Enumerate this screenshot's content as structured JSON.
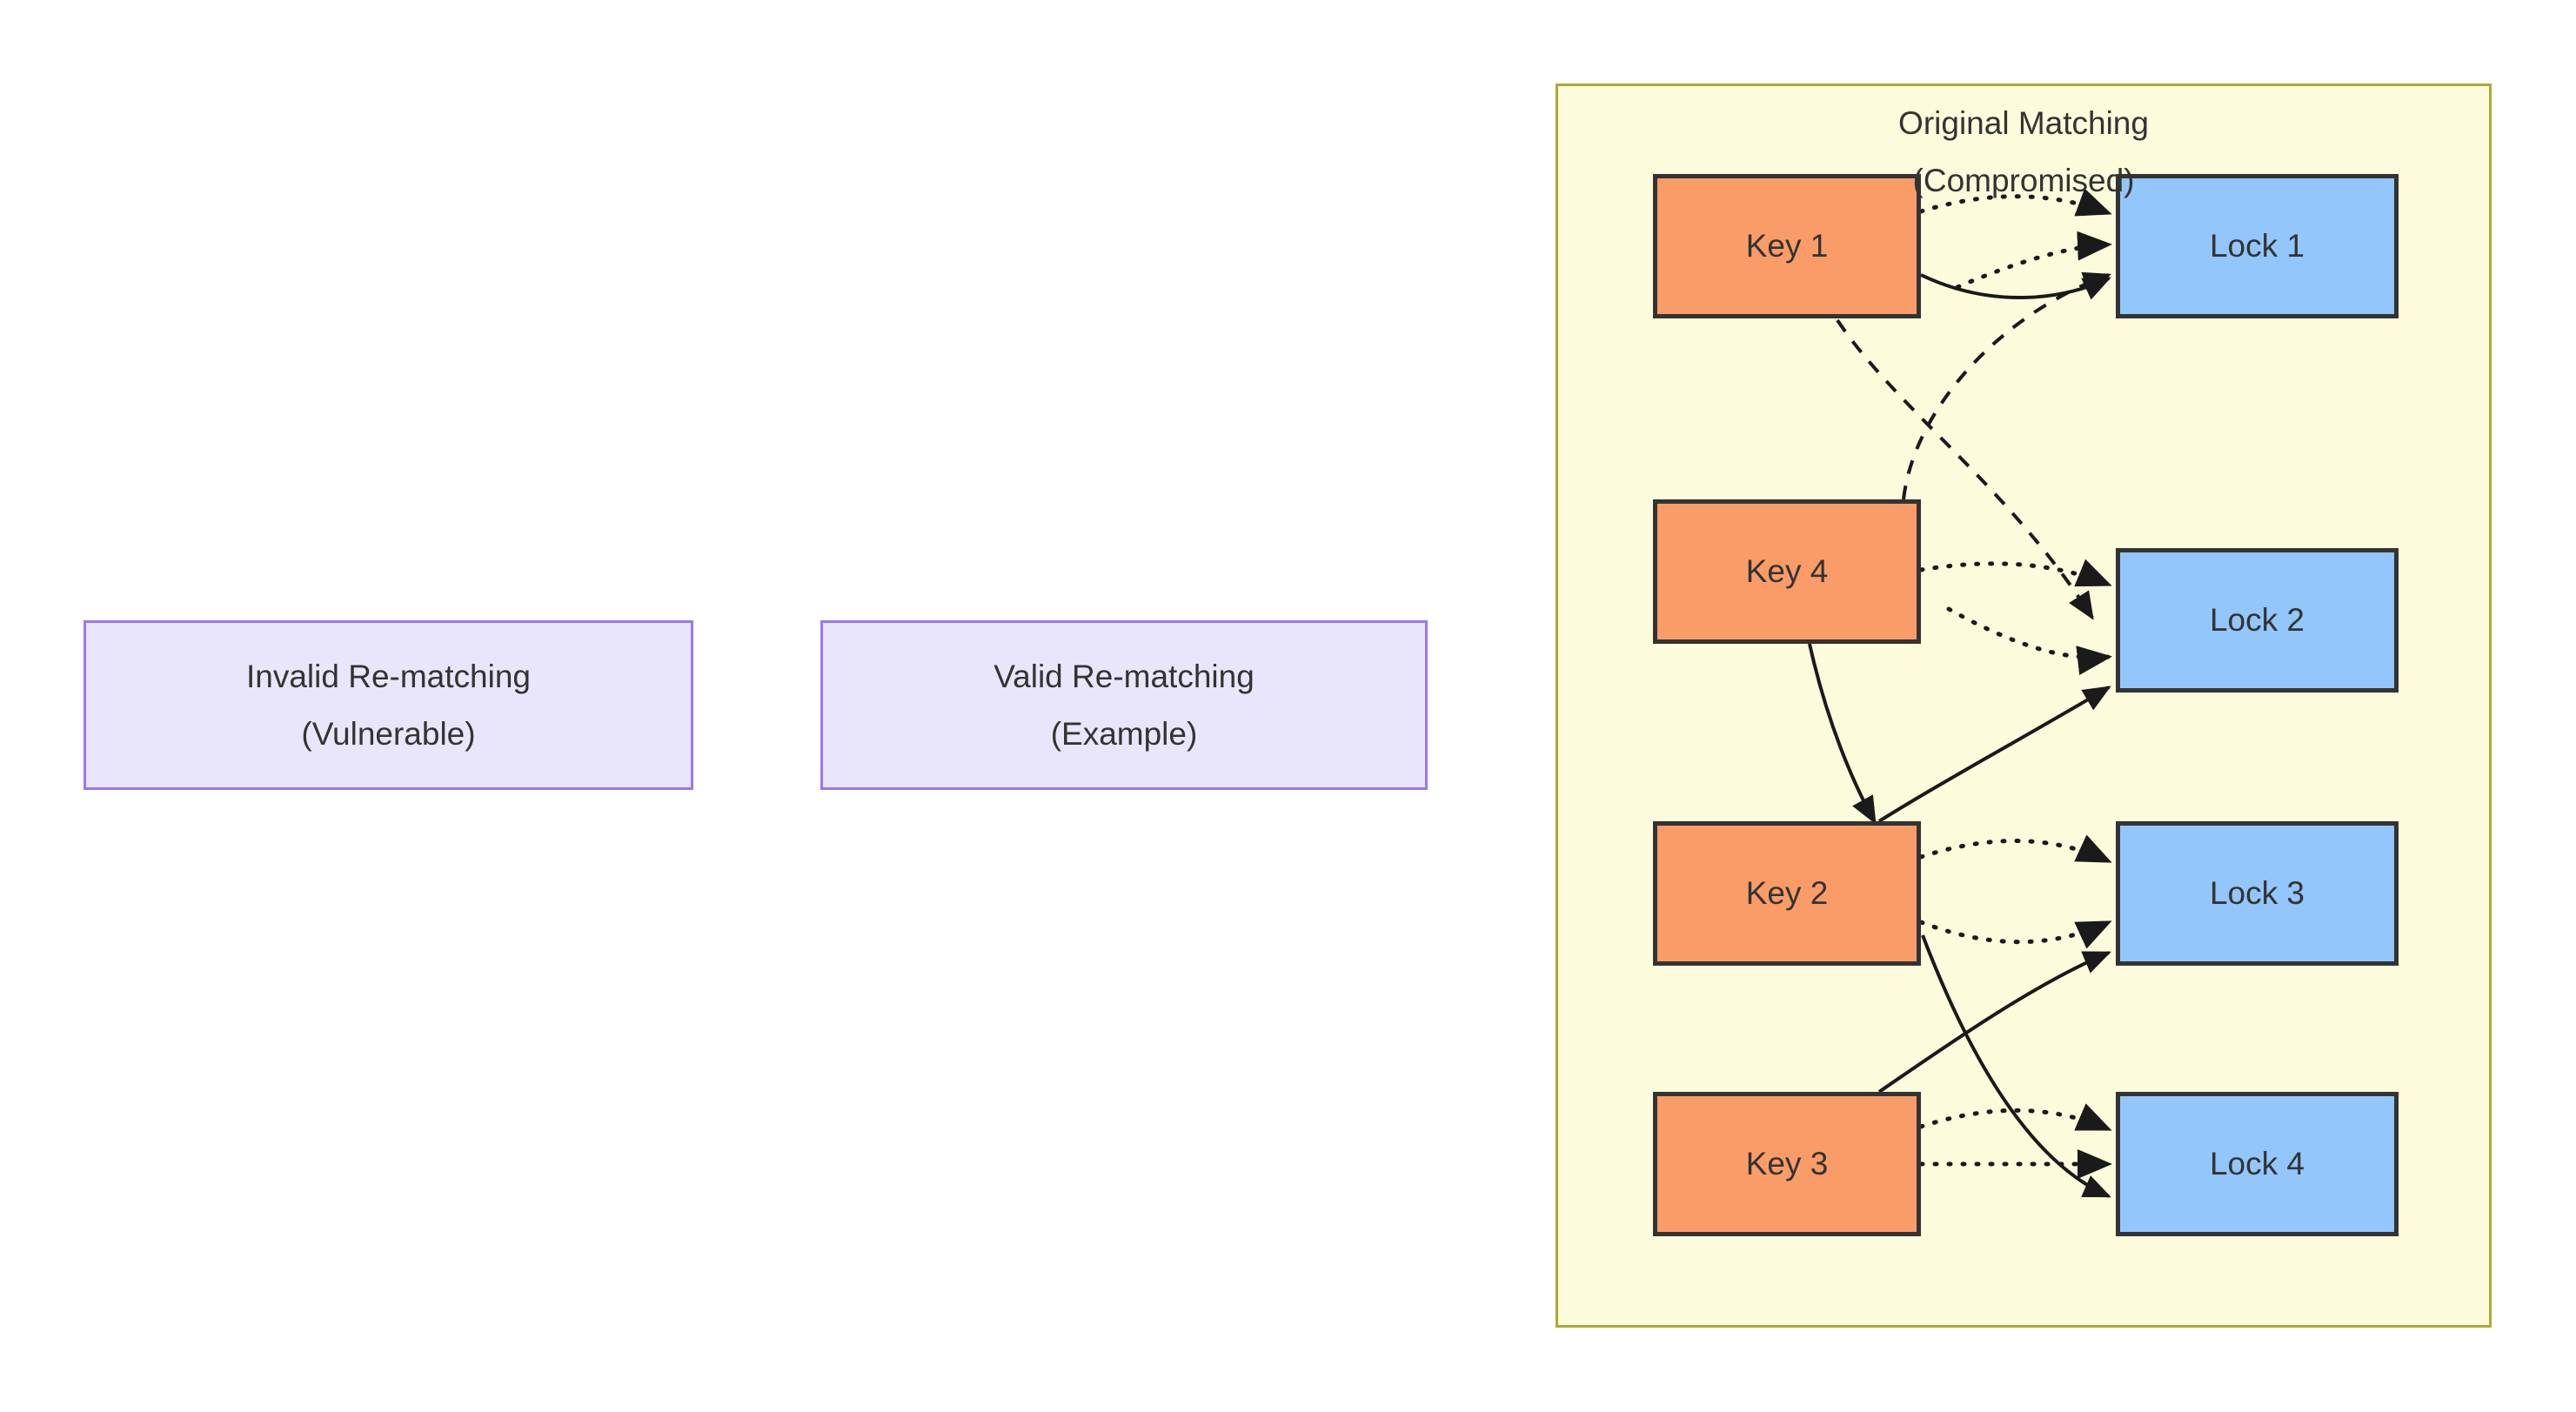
{
  "legend": {
    "invalid": {
      "line1": "Invalid Re-matching",
      "line2": "(Vulnerable)"
    },
    "valid": {
      "line1": "Valid Re-matching",
      "line2": "(Example)"
    }
  },
  "cluster": {
    "title_line1": "Original Matching",
    "title_line2": "(Compromised)"
  },
  "nodes": {
    "keys": [
      {
        "id": "key1",
        "label": "Key 1"
      },
      {
        "id": "key4",
        "label": "Key 4"
      },
      {
        "id": "key2",
        "label": "Key 2"
      },
      {
        "id": "key3",
        "label": "Key 3"
      }
    ],
    "locks": [
      {
        "id": "lock1",
        "label": "Lock 1"
      },
      {
        "id": "lock2",
        "label": "Lock 2"
      },
      {
        "id": "lock3",
        "label": "Lock 3"
      },
      {
        "id": "lock4",
        "label": "Lock 4"
      }
    ]
  },
  "edges": [
    {
      "from": "Key 1",
      "to": "Lock 1",
      "style": "dotted"
    },
    {
      "from": "Key 1",
      "to": "Lock 1",
      "style": "dotted"
    },
    {
      "from": "Key 1",
      "to": "Lock 1",
      "style": "solid"
    },
    {
      "from": "Key 1",
      "to": "Lock 2",
      "style": "dashed"
    },
    {
      "from": "Key 4",
      "to": "Lock 1",
      "style": "dashed"
    },
    {
      "from": "Key 4",
      "to": "Lock 2",
      "style": "dotted"
    },
    {
      "from": "Key 4",
      "to": "Lock 2",
      "style": "dotted"
    },
    {
      "from": "Key 4",
      "to": "Lock 3",
      "style": "solid"
    },
    {
      "from": "Key 2",
      "to": "Lock 2",
      "style": "solid"
    },
    {
      "from": "Key 2",
      "to": "Lock 3",
      "style": "dotted"
    },
    {
      "from": "Key 2",
      "to": "Lock 3",
      "style": "dotted"
    },
    {
      "from": "Key 2",
      "to": "Lock 4",
      "style": "solid"
    },
    {
      "from": "Key 3",
      "to": "Lock 3",
      "style": "solid"
    },
    {
      "from": "Key 3",
      "to": "Lock 4",
      "style": "dotted"
    },
    {
      "from": "Key 3",
      "to": "Lock 4",
      "style": "dotted"
    }
  ],
  "colors": {
    "key_fill": "#FA9C68",
    "lock_fill": "#93C6FA",
    "node_border": "#333333",
    "cluster_fill": "#FCFCDC",
    "cluster_border": "#AAAA33",
    "legend_fill": "#E9E6FC",
    "legend_border": "#9A78EC",
    "edge": "#1A1A1A",
    "background": "#FFFFFF"
  }
}
